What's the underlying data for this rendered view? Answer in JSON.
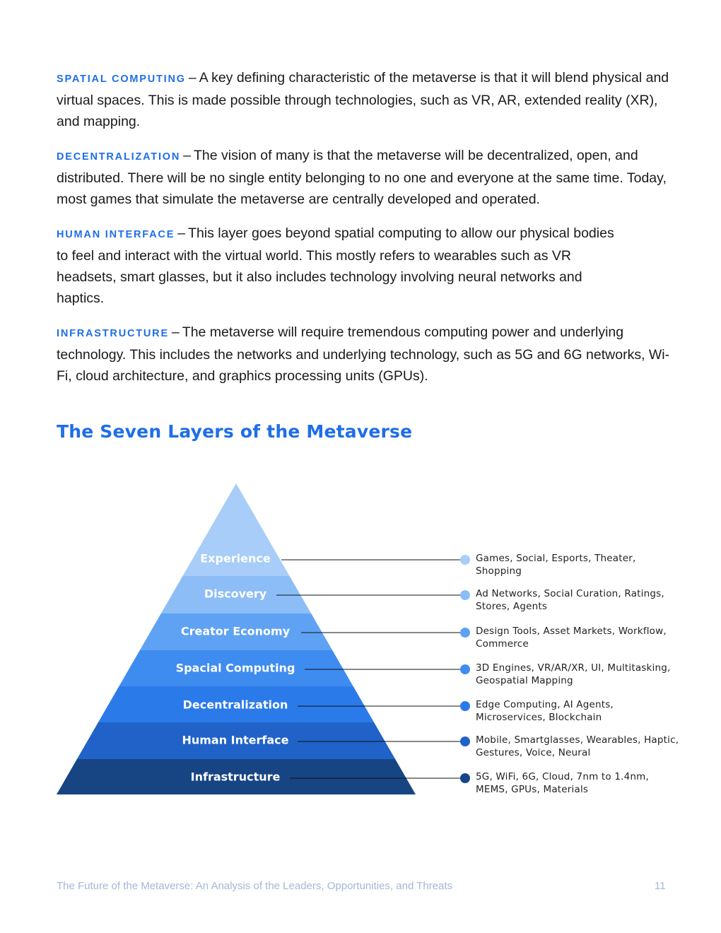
{
  "paragraphs": [
    {
      "term": "Spatial Computing",
      "text": "A key defining characteristic of the metaverse is that it will blend physical and virtual spaces.  This is made possible through technologies, such as VR, AR, extended reality (XR), and mapping."
    },
    {
      "term": "Decentralization",
      "text": "The vision of many is that the metaverse will be decentralized, open, and distributed. There will be no single entity belonging to no one and everyone at the same time. Today, most games that simulate the metaverse are centrally developed and operated."
    },
    {
      "term": "Human Interface",
      "text": "This layer goes beyond spatial computing to allow our physical bodies to feel and interact with the virtual world. This mostly refers to wearables such as VR headsets, smart glasses, but it also includes technology involving neural networks and haptics."
    },
    {
      "term": "Infrastructure",
      "text": "The metaverse will require tremendous computing power and underlying technology.  This includes the networks and underlying technology, such as 5G and 6G networks, Wi-Fi, cloud architecture, and graphics processing units (GPUs)."
    }
  ],
  "dash": "–",
  "section_title": "The Seven Layers of the Metaverse",
  "layers": [
    {
      "label": "Experience",
      "description": "Games, Social, Esports, Theater, Shopping",
      "color": "#a7cdf8",
      "dot_color": "#a7cdf8"
    },
    {
      "label": "Discovery",
      "description": "Ad Networks, Social Curation, Ratings, Stores, Agents",
      "color": "#8cbdf7",
      "dot_color": "#8cbdf7"
    },
    {
      "label": "Creator Economy",
      "description": "Design Tools, Asset Markets, Workflow, Commerce",
      "color": "#5fa2f3",
      "dot_color": "#5fa2f3"
    },
    {
      "label": "Spacial Computing",
      "description": "3D Engines, VR/AR/XR, UI, Multitasking, Geospatial Mapping",
      "color": "#3e8cef",
      "dot_color": "#3e8cef"
    },
    {
      "label": "Decentralization",
      "description": "Edge Computing, AI Agents, Microservices, Blockchain",
      "color": "#2b7aea",
      "dot_color": "#2b7aea"
    },
    {
      "label": "Human Interface",
      "description": "Mobile, Smartglasses, Wearables, Haptic, Gestures, Voice, Neural",
      "color": "#2062c7",
      "dot_color": "#2062c7"
    },
    {
      "label": "Infrastructure",
      "description": "5G, WiFi, 6G, Cloud, 7nm to 1.4nm, MEMS, GPUs, Materials",
      "color": "#174584",
      "dot_color": "#174584"
    }
  ],
  "footer": {
    "title": "The Future of the Metaverse: An Analysis of the Leaders, Opportunities, and Threats",
    "page_number": "11"
  }
}
